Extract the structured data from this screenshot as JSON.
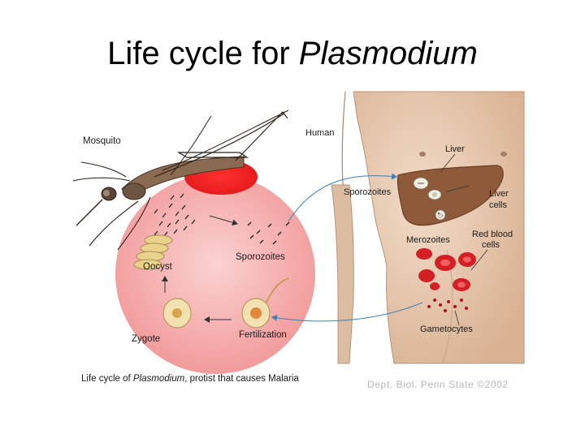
{
  "title": {
    "prefix": "Life cycle for ",
    "italic": "Plasmodium"
  },
  "labels": {
    "mosquito": "Mosquito",
    "human": "Human",
    "liver": "Liver",
    "sporozoites_human": "Sporozoites",
    "liver_cells_line1": "Liver",
    "liver_cells_line2": "cells",
    "merozoites": "Merozoites",
    "red_blood_line1": "Red blood",
    "red_blood_line2": "cells",
    "gametocytes": "Gametocytes",
    "oocyst": "Oocyst",
    "sporozoites_mosquito": "Sporozoites",
    "zygote": "Zygote",
    "fertilization": "Fertilization"
  },
  "caption": {
    "prefix": "Life cycle of ",
    "italic": "Plasmodium",
    "suffix": ", protist that causes Malaria"
  },
  "credit": "Dept. Biol. Penn State ©2002",
  "colors": {
    "circle": "#f6b6b6",
    "skin": "#e7ccb4",
    "liver": "#8e5a3a",
    "blood_cell": "#d41f24",
    "arrow_blue": "#3f7fb4"
  }
}
